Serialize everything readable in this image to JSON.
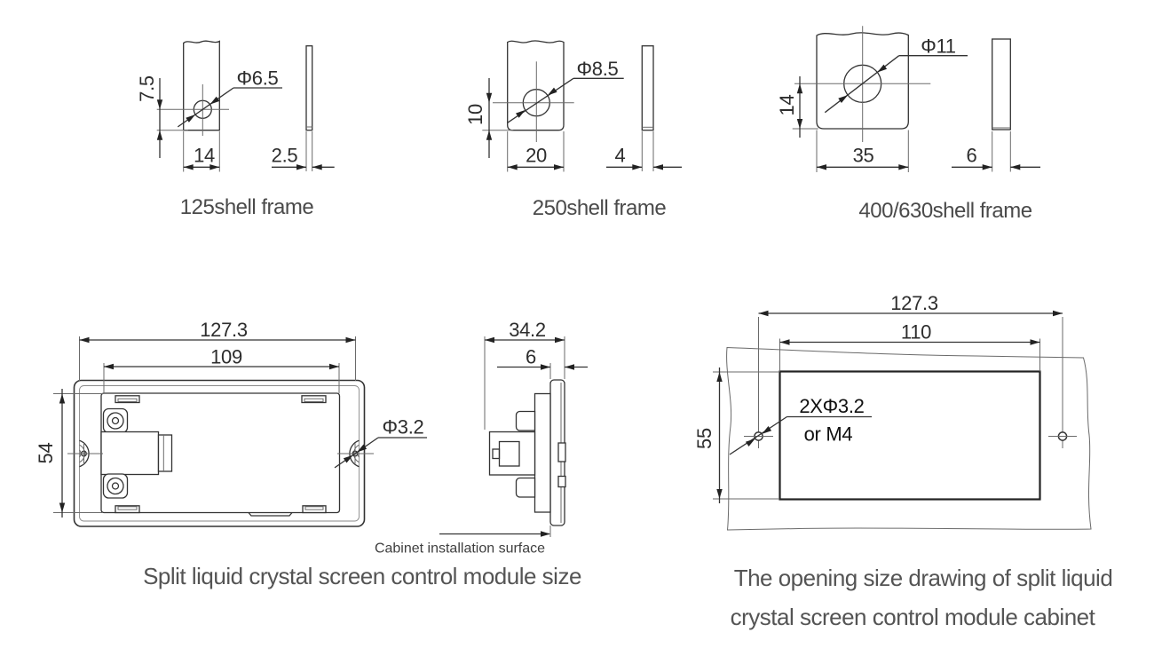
{
  "colors": {
    "background": "#ffffff",
    "line": "#333333",
    "dimension_text": "#2d2d2d",
    "caption_text": "#4a4a4a"
  },
  "shell_frames": {
    "items": [
      {
        "caption": "125shell frame",
        "hole_dia": "Φ6.5",
        "vertical_dim": "7.5",
        "width_dim": "14",
        "thickness_dim": "2.5"
      },
      {
        "caption": "250shell frame",
        "hole_dia": "Φ8.5",
        "vertical_dim": "10",
        "width_dim": "20",
        "thickness_dim": "4"
      },
      {
        "caption": "400/630shell frame",
        "hole_dia": "Φ11",
        "vertical_dim": "14",
        "width_dim": "35",
        "thickness_dim": "6"
      }
    ]
  },
  "module": {
    "caption": "Split liquid crystal screen control module size",
    "overall_width": "127.3",
    "opening_width": "109",
    "height": "54",
    "mount_hole_dia": "Φ3.2",
    "depth": "34.2",
    "panel_thickness": "6",
    "surface_label": "Cabinet installation surface"
  },
  "cabinet_opening": {
    "caption_line1": "The opening size drawing of split liquid",
    "caption_line2": "crystal screen control module cabinet",
    "hole_spacing": "127.3",
    "cutout_width": "110",
    "cutout_height": "55",
    "hole_note": "2XΦ3.2",
    "hole_note_alt": "or M4"
  }
}
